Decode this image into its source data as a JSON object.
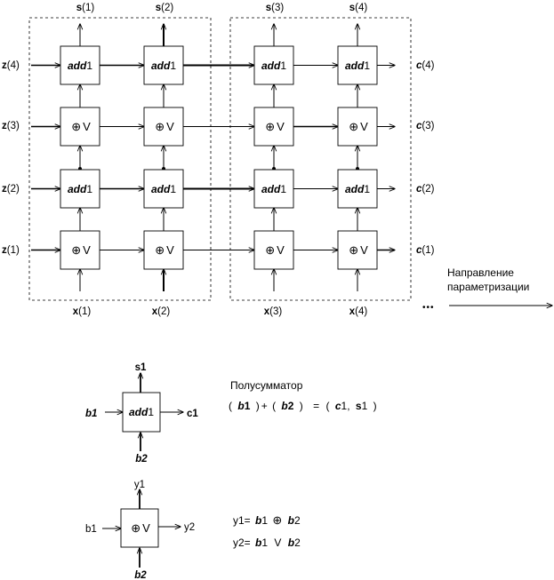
{
  "grid": {
    "columns": [
      {
        "s": [
          "s",
          "(1)"
        ],
        "x": [
          "x",
          "(1)"
        ]
      },
      {
        "s": [
          "s",
          "(2)"
        ],
        "x": [
          "x",
          "(2)"
        ]
      },
      {
        "s": [
          "s",
          "(3)"
        ],
        "x": [
          "x",
          "(3)"
        ]
      },
      {
        "s": [
          "s",
          "(4)"
        ],
        "x": [
          "x",
          "(4)"
        ]
      }
    ],
    "rows": [
      {
        "z": [
          "z",
          "(4)"
        ],
        "c": [
          "c",
          "(4)"
        ],
        "cell": "add"
      },
      {
        "z": [
          "z",
          "(3)"
        ],
        "c": [
          "c",
          "(3)"
        ],
        "cell": "xor"
      },
      {
        "z": [
          "z",
          "(2)"
        ],
        "c": [
          "c",
          "(2)"
        ],
        "cell": "add"
      },
      {
        "z": [
          "z",
          "(1)"
        ],
        "c": [
          "c",
          "(1)"
        ],
        "cell": "xor"
      }
    ],
    "add_label": [
      "add",
      "1"
    ],
    "xor_label": [
      "⊕",
      "V"
    ],
    "ellipsis": "•••",
    "direction_line1": "Направление",
    "direction_line2": "параметризации"
  },
  "legend_add": {
    "top": "s1",
    "left": "b1",
    "right": "c1",
    "bottom": "b2",
    "label": [
      "add",
      "1"
    ]
  },
  "legend_add_text": {
    "title": "Полусумматор",
    "parts": [
      "(",
      "b",
      "1",
      ")",
      "+",
      "(",
      "b",
      "2",
      ")",
      "=",
      "(",
      "c",
      "1,",
      "s",
      "1",
      ")"
    ]
  },
  "legend_xor": {
    "top": "y1",
    "left": "b1",
    "right": "y2",
    "bottom": "b2",
    "label": [
      "⊕",
      "V"
    ]
  },
  "legend_xor_text": {
    "line1": [
      "y1=",
      "b",
      "1",
      "⊕",
      "b",
      "2"
    ],
    "line2": [
      "y2=",
      "b",
      "1",
      "V",
      "b",
      "2"
    ]
  }
}
